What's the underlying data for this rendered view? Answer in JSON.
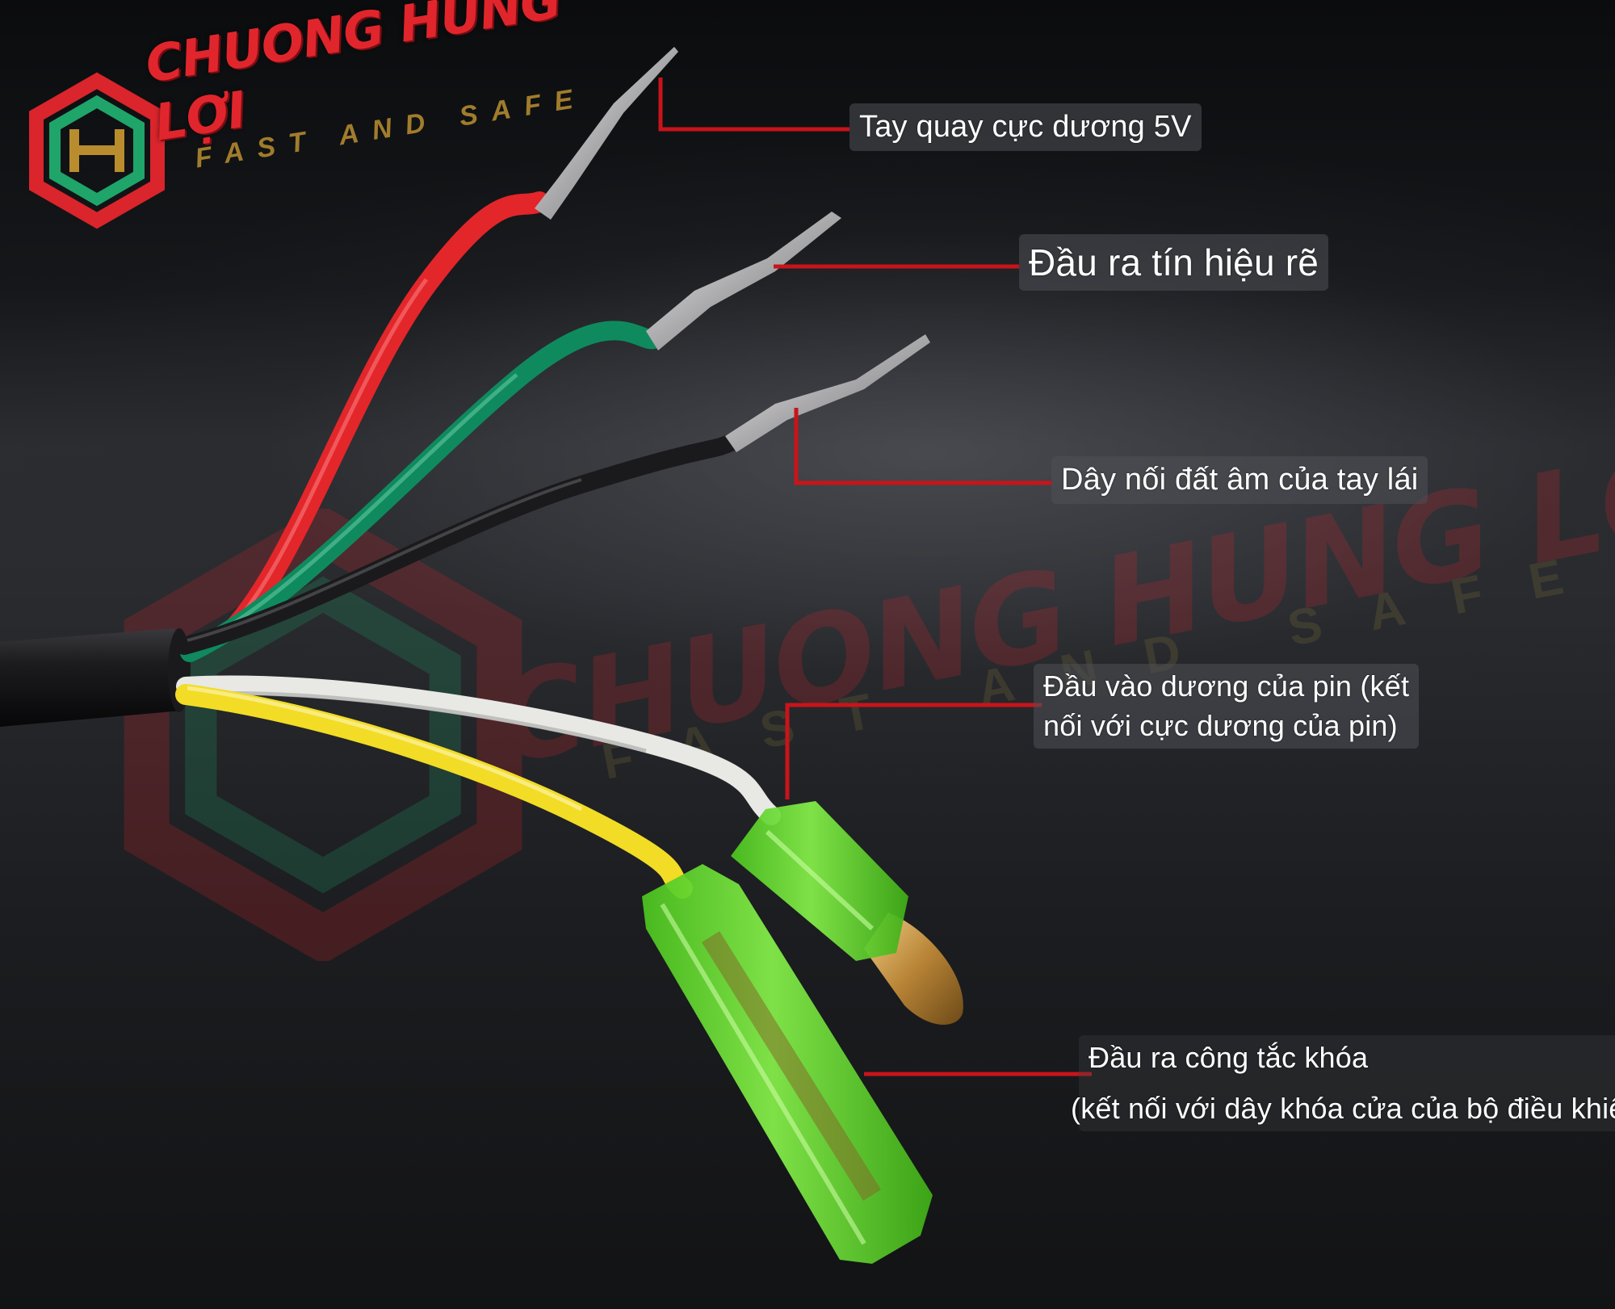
{
  "brand": {
    "name": "CHUONG HUNG LỢI",
    "slogan": "FAST AND SAFE",
    "logo_colors": {
      "red": "#d9252b",
      "green": "#1fa56a",
      "gold": "#b98c2e"
    }
  },
  "wires": [
    {
      "color_name": "red",
      "color": "#e3262a",
      "label": [
        "Tay quay cực dương 5V"
      ]
    },
    {
      "color_name": "green",
      "color": "#0f8a5f",
      "label": [
        "Đầu ra tín hiệu rẽ"
      ]
    },
    {
      "color_name": "black",
      "color": "#1a1a1c",
      "label": [
        "Dây nối đất âm của tay lái"
      ]
    },
    {
      "color_name": "white",
      "color": "#e8e8e4",
      "label": [
        "Đầu vào dương của pin (kết",
        "nối với cực dương của pin)"
      ]
    },
    {
      "color_name": "yellow",
      "color": "#f2dc26",
      "label": [
        "Đầu ra công tắc khóa",
        "(kết nối với dây khóa cửa của bộ điều khiển)"
      ]
    }
  ],
  "leader_line_color": "#c8141a",
  "connector_color": "#6fe830"
}
